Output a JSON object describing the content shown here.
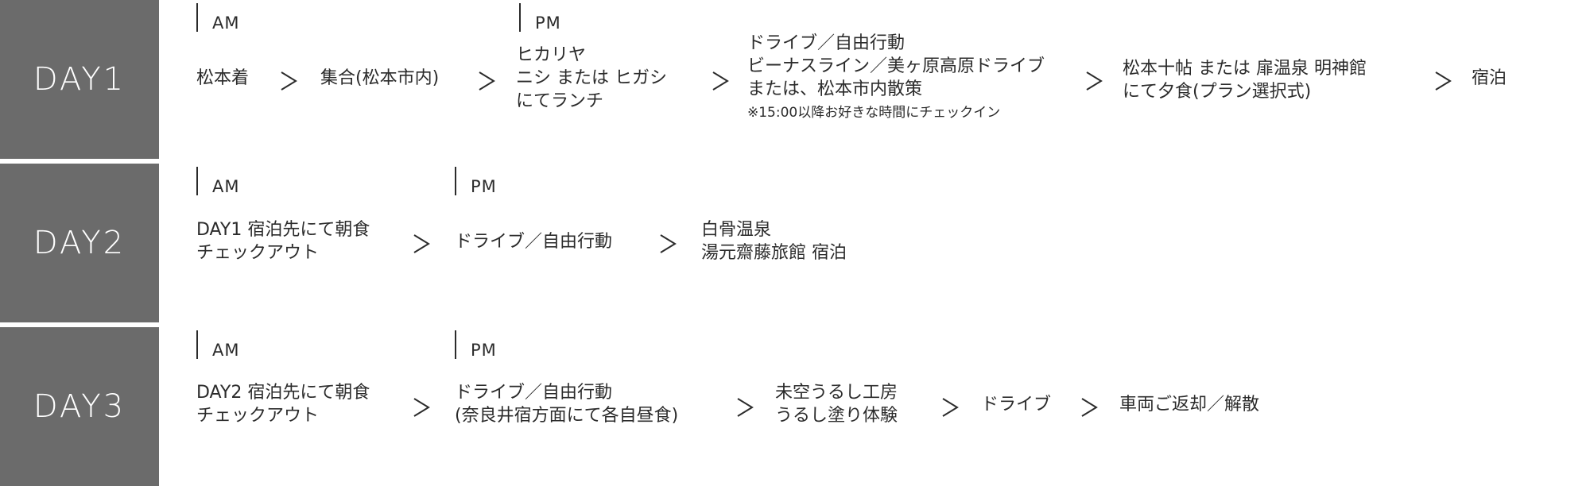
{
  "days": [
    {
      "label": "DAY1",
      "periods": [
        "AM",
        "PM"
      ],
      "items": [
        {
          "lines": [
            "松本着"
          ]
        },
        {
          "lines": [
            "集合(松本市内)"
          ]
        },
        {
          "lines": [
            "ヒカリヤ",
            "ニシ または ヒガシ",
            "にてランチ"
          ]
        },
        {
          "lines": [
            "ドライブ／自由行動",
            "ビーナスライン／美ヶ原高原ドライブ",
            "または、松本市内散策"
          ],
          "note": "※15:00以降お好きな時間にチェックイン"
        },
        {
          "lines": [
            "松本十帖 または 扉温泉 明神館",
            "にて夕食(プラン選択式)"
          ]
        },
        {
          "lines": [
            "宿泊"
          ]
        }
      ]
    },
    {
      "label": "DAY2",
      "periods": [
        "AM",
        "PM"
      ],
      "items": [
        {
          "lines": [
            "DAY1 宿泊先にて朝食",
            "チェックアウト"
          ]
        },
        {
          "lines": [
            "ドライブ／自由行動"
          ]
        },
        {
          "lines": [
            "白骨温泉",
            "湯元齋藤旅館 宿泊"
          ]
        }
      ]
    },
    {
      "label": "DAY3",
      "periods": [
        "AM",
        "PM"
      ],
      "items": [
        {
          "lines": [
            "DAY2 宿泊先にて朝食",
            "チェックアウト"
          ]
        },
        {
          "lines": [
            "ドライブ／自由行動",
            "(奈良井宿方面にて各自昼食)"
          ]
        },
        {
          "lines": [
            "未空うるし工房",
            "うるし塗り体験"
          ]
        },
        {
          "lines": [
            "ドライブ"
          ]
        },
        {
          "lines": [
            "車両ご返却／解散"
          ]
        }
      ]
    }
  ],
  "colors": {
    "label_bg": "#6b6b6b",
    "label_text": "#ffffff",
    "text": "#2b2b2b"
  },
  "icons": {
    "arrow": "chevron-right-icon"
  }
}
